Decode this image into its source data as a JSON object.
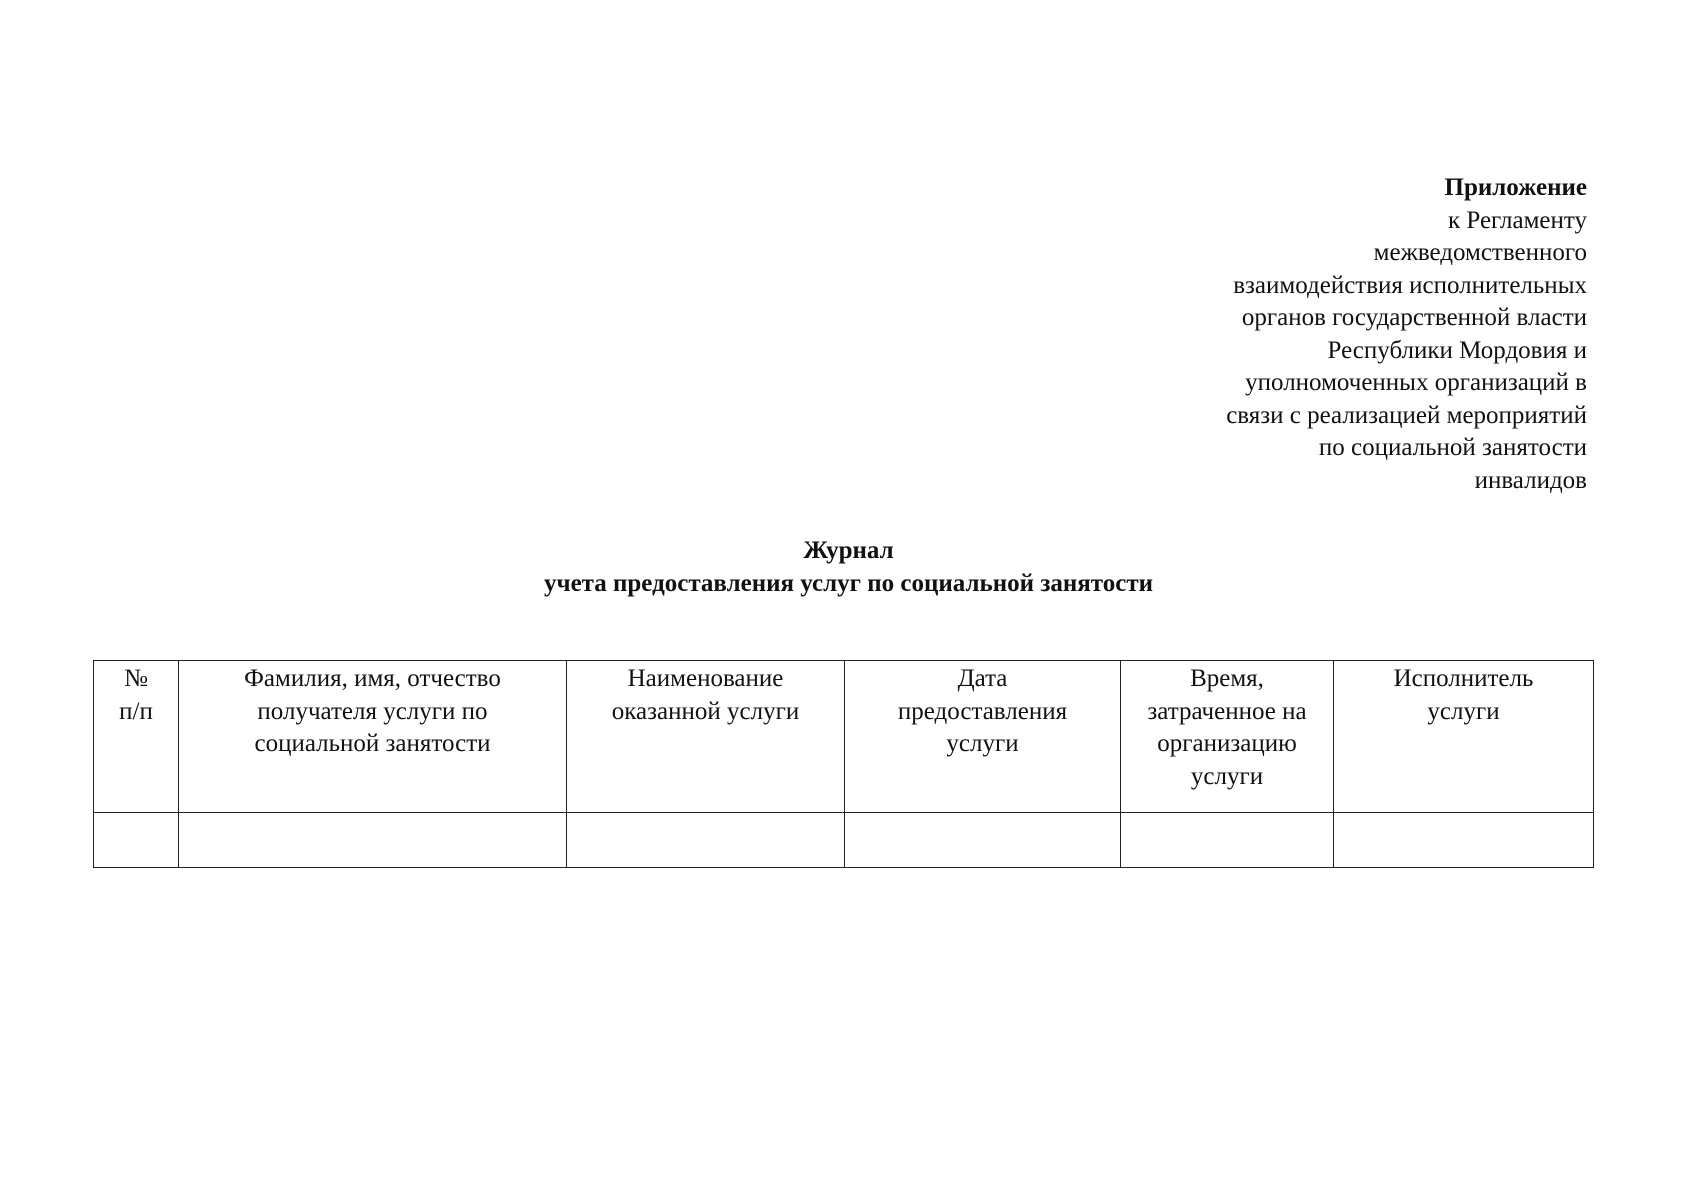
{
  "appendix": {
    "title": "Приложение",
    "lines": [
      "к Регламенту",
      "межведомственного",
      "взаимодействия исполнительных",
      "органов государственной власти",
      "Республики Мордовия и",
      "уполномоченных организаций в",
      "связи с реализацией мероприятий",
      "по социальной занятости",
      "инвалидов"
    ]
  },
  "journal": {
    "title": "Журнал",
    "subtitle": "учета предоставления услуг по социальной занятости"
  },
  "table": {
    "headers": [
      [
        "№",
        "п/п"
      ],
      [
        "Фамилия, имя, отчество",
        "получателя услуги по",
        "социальной занятости"
      ],
      [
        "Наименование",
        "оказанной услуги"
      ],
      [
        "Дата",
        "предоставления",
        "услуги"
      ],
      [
        "Время,",
        "затраченное на",
        "организацию",
        "услуги"
      ],
      [
        "Исполнитель",
        "услуги"
      ]
    ],
    "rows": [
      [
        "",
        "",
        "",
        "",
        "",
        ""
      ]
    ]
  }
}
